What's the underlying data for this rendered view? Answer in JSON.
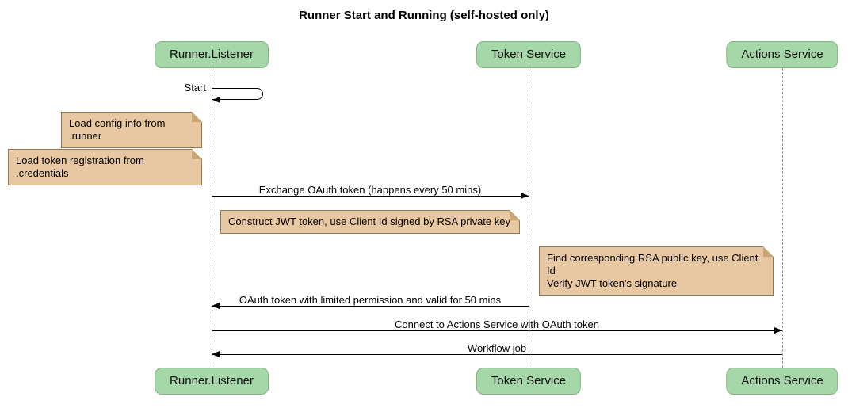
{
  "title": "Runner Start and Running (self-hosted only)",
  "participants": {
    "runner": "Runner.Listener",
    "token": "Token Service",
    "actions": "Actions Service"
  },
  "messages": {
    "start": "Start",
    "exchange": "Exchange OAuth token (happens every 50 mins)",
    "oauth_return": "OAuth token with limited permission and valid for 50 mins",
    "connect": "Connect to Actions Service with OAuth token",
    "workflow": "Workflow job"
  },
  "notes": {
    "load_config": "Load config info from .runner",
    "load_token": "Load token registration from .credentials",
    "construct_jwt": "Construct JWT token, use Client Id signed by RSA private key",
    "find_key": "Find corresponding RSA public key, use Client Id\nVerify JWT token's signature"
  },
  "colors": {
    "participant_fill": "#A6D7A8",
    "participant_border": "#82B482",
    "note_fill": "#E8C8A2",
    "note_border": "#8F7B5A",
    "lifeline": "#999999",
    "arrow": "#000000"
  }
}
